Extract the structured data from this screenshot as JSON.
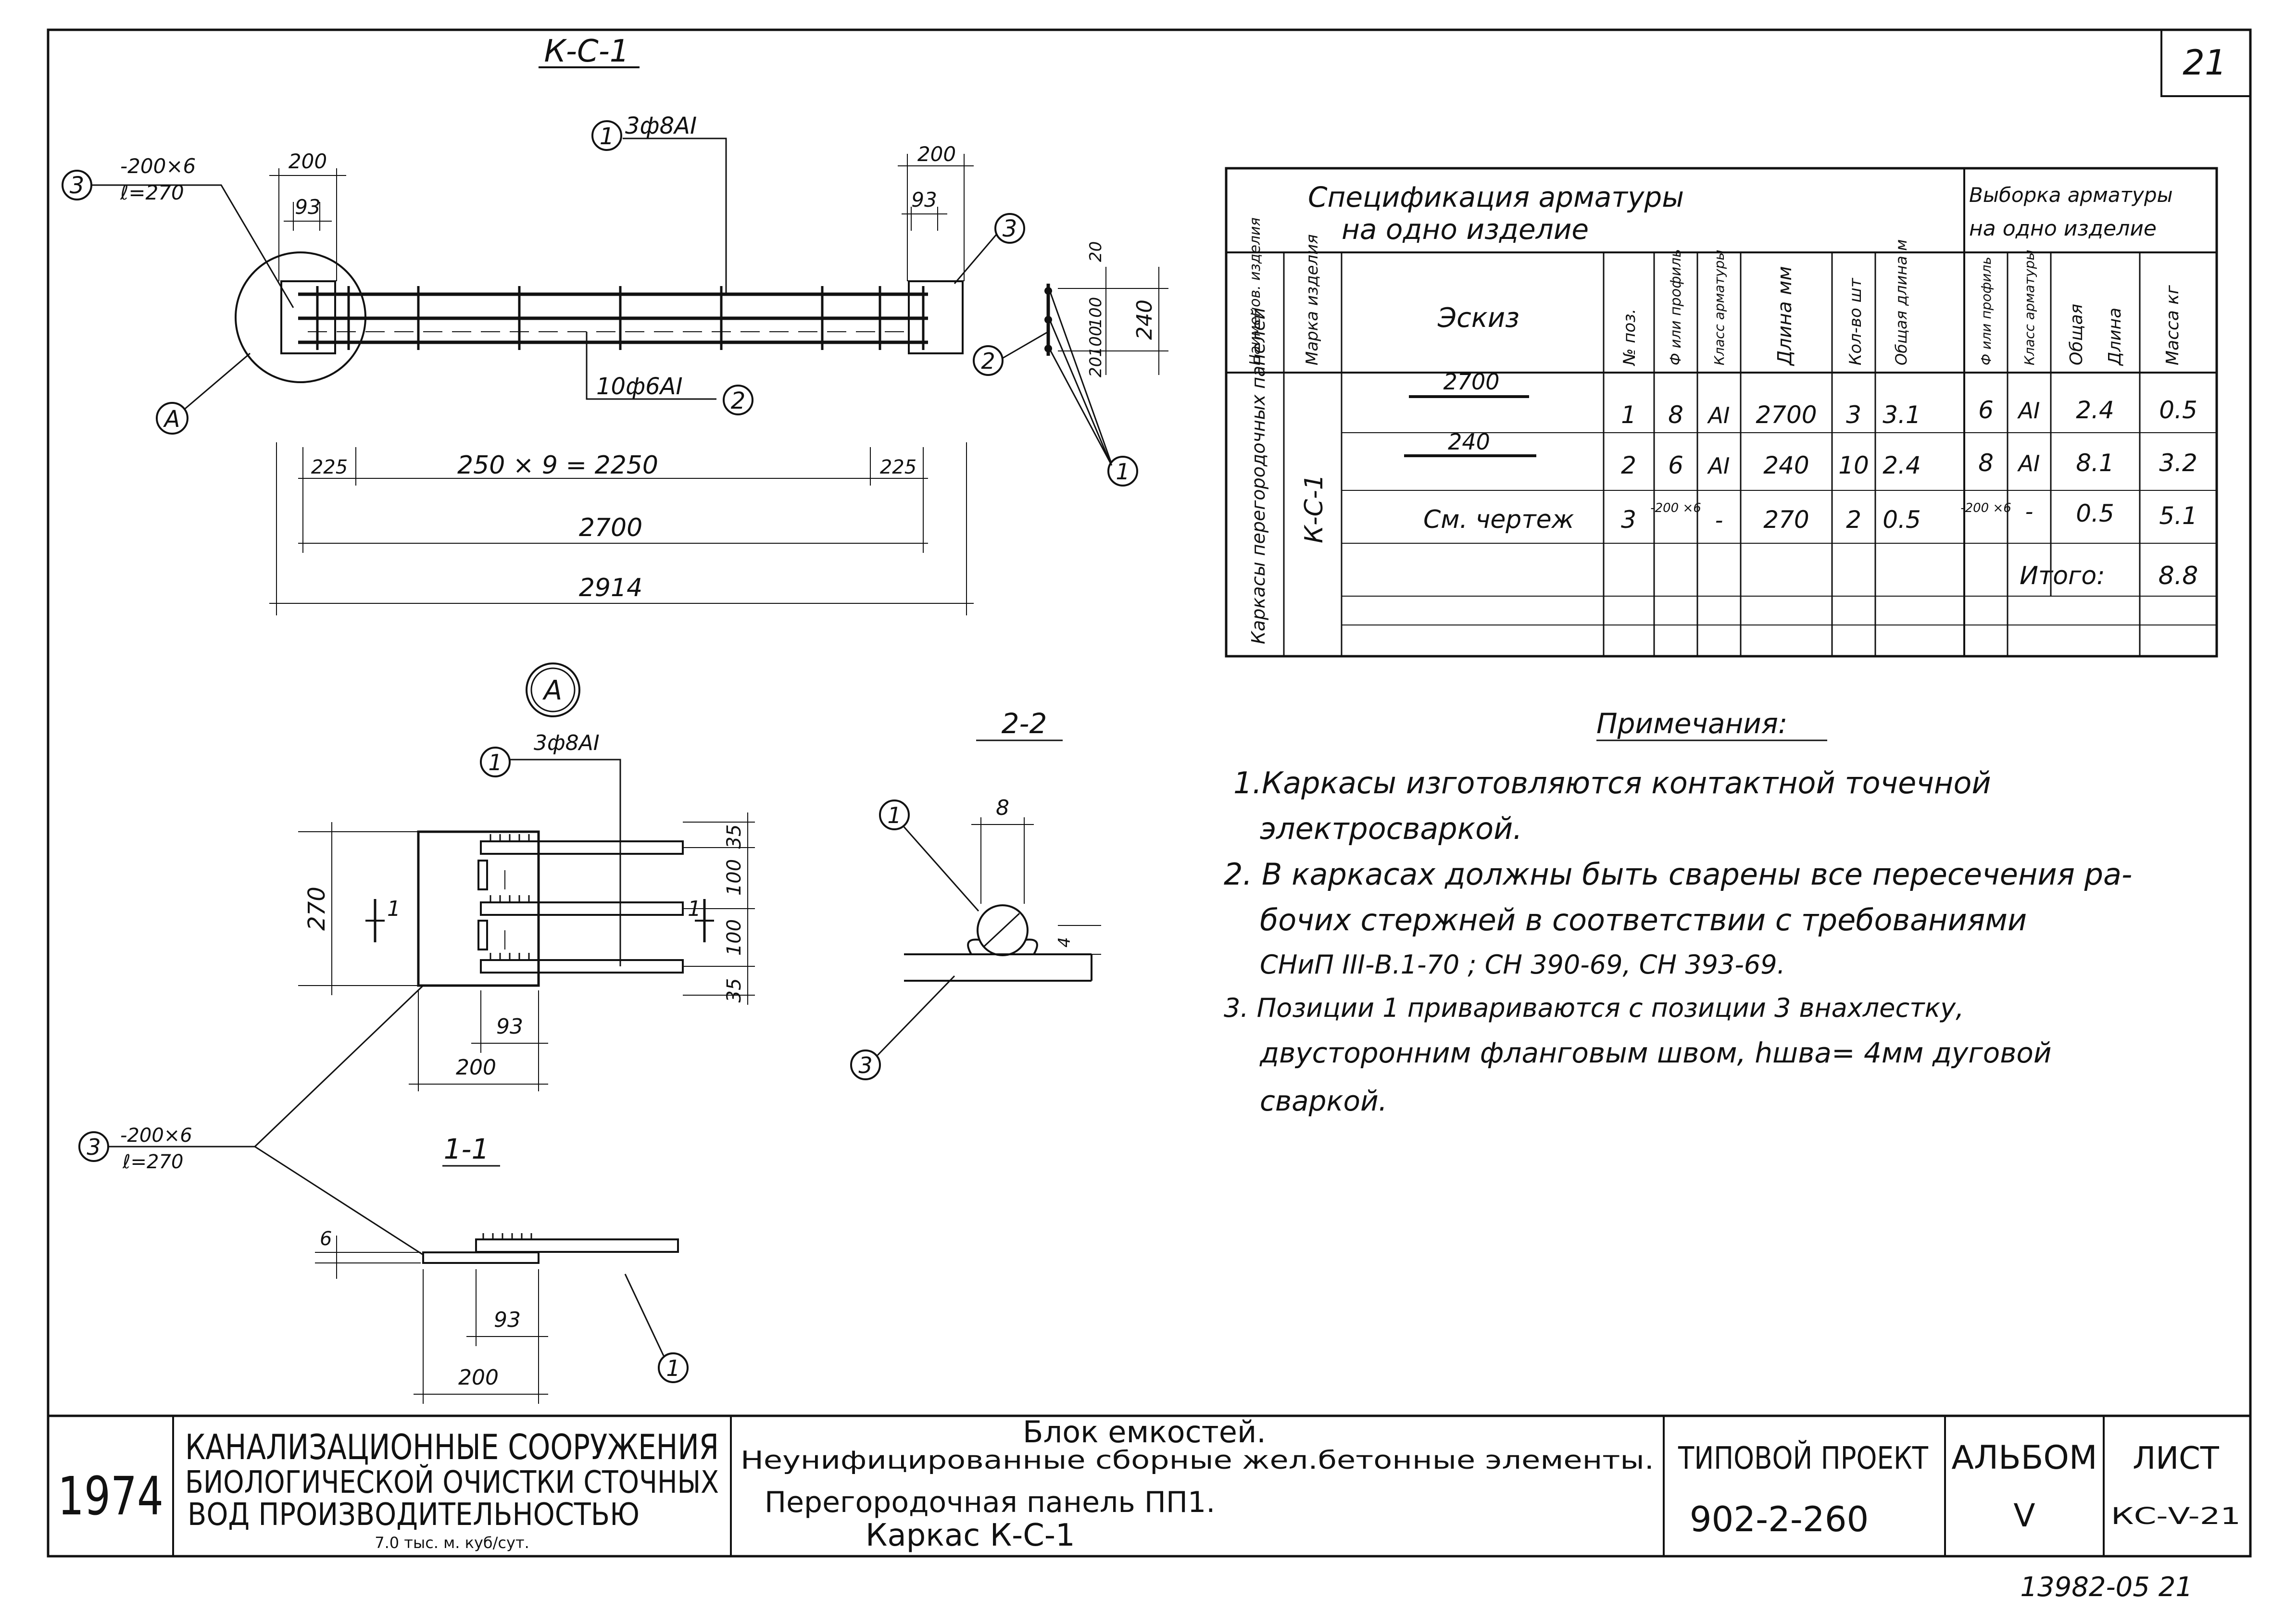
{
  "sheet_number": "21",
  "main_view": {
    "title": "К-С-1",
    "callouts": {
      "pos1": "1",
      "pos1_text": "3ф8АI",
      "pos2": "2",
      "pos2_text": "10ф6АI",
      "pos3": "3",
      "plate_size": "-200×6",
      "plate_length": "ℓ=270",
      "node": "А"
    },
    "dims": {
      "end_200_left": "200",
      "end_93_left": "93",
      "end_200_right": "200",
      "end_93_right": "93",
      "d225_left": "225",
      "spacing": "250 × 9 = 2250",
      "d225_right": "225",
      "len_2700": "2700",
      "len_2914": "2914"
    }
  },
  "side_view": {
    "dims": {
      "d20a": "20",
      "d100a": "100",
      "d100b": "100",
      "d20b": "20",
      "d240": "240"
    },
    "pos1": "1",
    "pos2": "2"
  },
  "detail_a": {
    "label": "А",
    "pos1": "1",
    "pos1_text": "3ф8АI",
    "dims": {
      "h270": "270",
      "w93": "93",
      "w200": "200",
      "d35a": "35",
      "d100a": "100",
      "d100b": "100",
      "d35b": "35"
    },
    "cut": "1"
  },
  "section_22": {
    "title": "2-2",
    "pos1": "1",
    "pos3": "3",
    "d8": "8",
    "d4": "4"
  },
  "section_11": {
    "title": "1-1",
    "d6": "6",
    "d93": "93",
    "d200": "200",
    "pos1": "1",
    "pos3": "3",
    "plate_size": "-200×6",
    "plate_length": "ℓ=270"
  },
  "spec_table": {
    "title_line1": "Спецификация   арматуры",
    "title_line2": "на одно   изделие",
    "right_title_line1": "Выборка арматуры",
    "right_title_line2": "на одно изделие",
    "headers": [
      "Наименов. изделия",
      "Марка изделия",
      "Эскиз",
      "№ поз.",
      "Ф или профиль",
      "Класс арматуры",
      "Длина мм",
      "Кол-во шт",
      "Общая длина м",
      "Ф или профиль",
      "Класс арматуры",
      "Общая",
      "Длина",
      "Масса кг"
    ],
    "item_name": "Каркасы перегородочных панелей",
    "item_mark": "К-С-1",
    "rows": [
      {
        "sketch": "2700",
        "pos": "1",
        "dia": "8",
        "cls": "АI",
        "len": "2700",
        "qty": "3",
        "total": "3.1",
        "s_dia": "6",
        "s_cls": "АI",
        "s_total": "2.4",
        "s_mass": "0.5"
      },
      {
        "sketch": "240",
        "pos": "2",
        "dia": "6",
        "cls": "АI",
        "len": "240",
        "qty": "10",
        "total": "2.4",
        "s_dia": "8",
        "s_cls": "АI",
        "s_total": "8.1",
        "s_mass": "3.2"
      },
      {
        "sketch": "См. чертеж",
        "pos": "3",
        "dia": "-200 ×6",
        "cls": "-",
        "len": "270",
        "qty": "2",
        "total": "0.5",
        "s_dia": "-200 ×6",
        "s_cls": "-",
        "s_total": "0.5",
        "s_mass": "5.1"
      }
    ],
    "total_label": "Итого:",
    "total_value": "8.8"
  },
  "notes": {
    "title": "Примечания:",
    "lines": [
      "1.Каркасы изготовляются контактной точечной",
      "электросваркой.",
      "2. В каркасах должны быть сварены все пересечения ра-",
      "бочих стержней в соответствии с требованиями",
      "СНиП III-В.1-70 ; СН 390-69, СН 393-69.",
      "3. Позиции 1   привариваются   с позиции 3 внахлестку,",
      "двусторонним   фланговым швом, hшва= 4мм дуговой",
      "сваркой."
    ]
  },
  "title_block": {
    "year": "1974",
    "org_line1": "КАНАЛИЗАЦИОННЫЕ   СООРУЖЕНИЯ",
    "org_line2": "БИОЛОГИЧЕСКОЙ ОЧИСТКИ СТОЧНЫХ",
    "org_line3": "ВОД   ПРОИЗВОДИТЕЛЬНОСТЬЮ",
    "org_line4": "7.0   тыс. м. куб/сут.",
    "desc_line1": "Блок   емкостей.",
    "desc_line2": "Неунифицированные сборные жел.бетонные элементы.",
    "desc_line3": "Перегородочная панель ПП1.",
    "desc_line4": "Каркас   К-С-1",
    "project_label": "ТИПОВОЙ ПРОЕКТ",
    "project_number": "902-2-260",
    "album_label": "АЛЬБОМ",
    "album_number": "V",
    "sheet_label": "ЛИСТ",
    "sheet_code": "КС-V-21"
  },
  "footer_code": "13982-05   21"
}
